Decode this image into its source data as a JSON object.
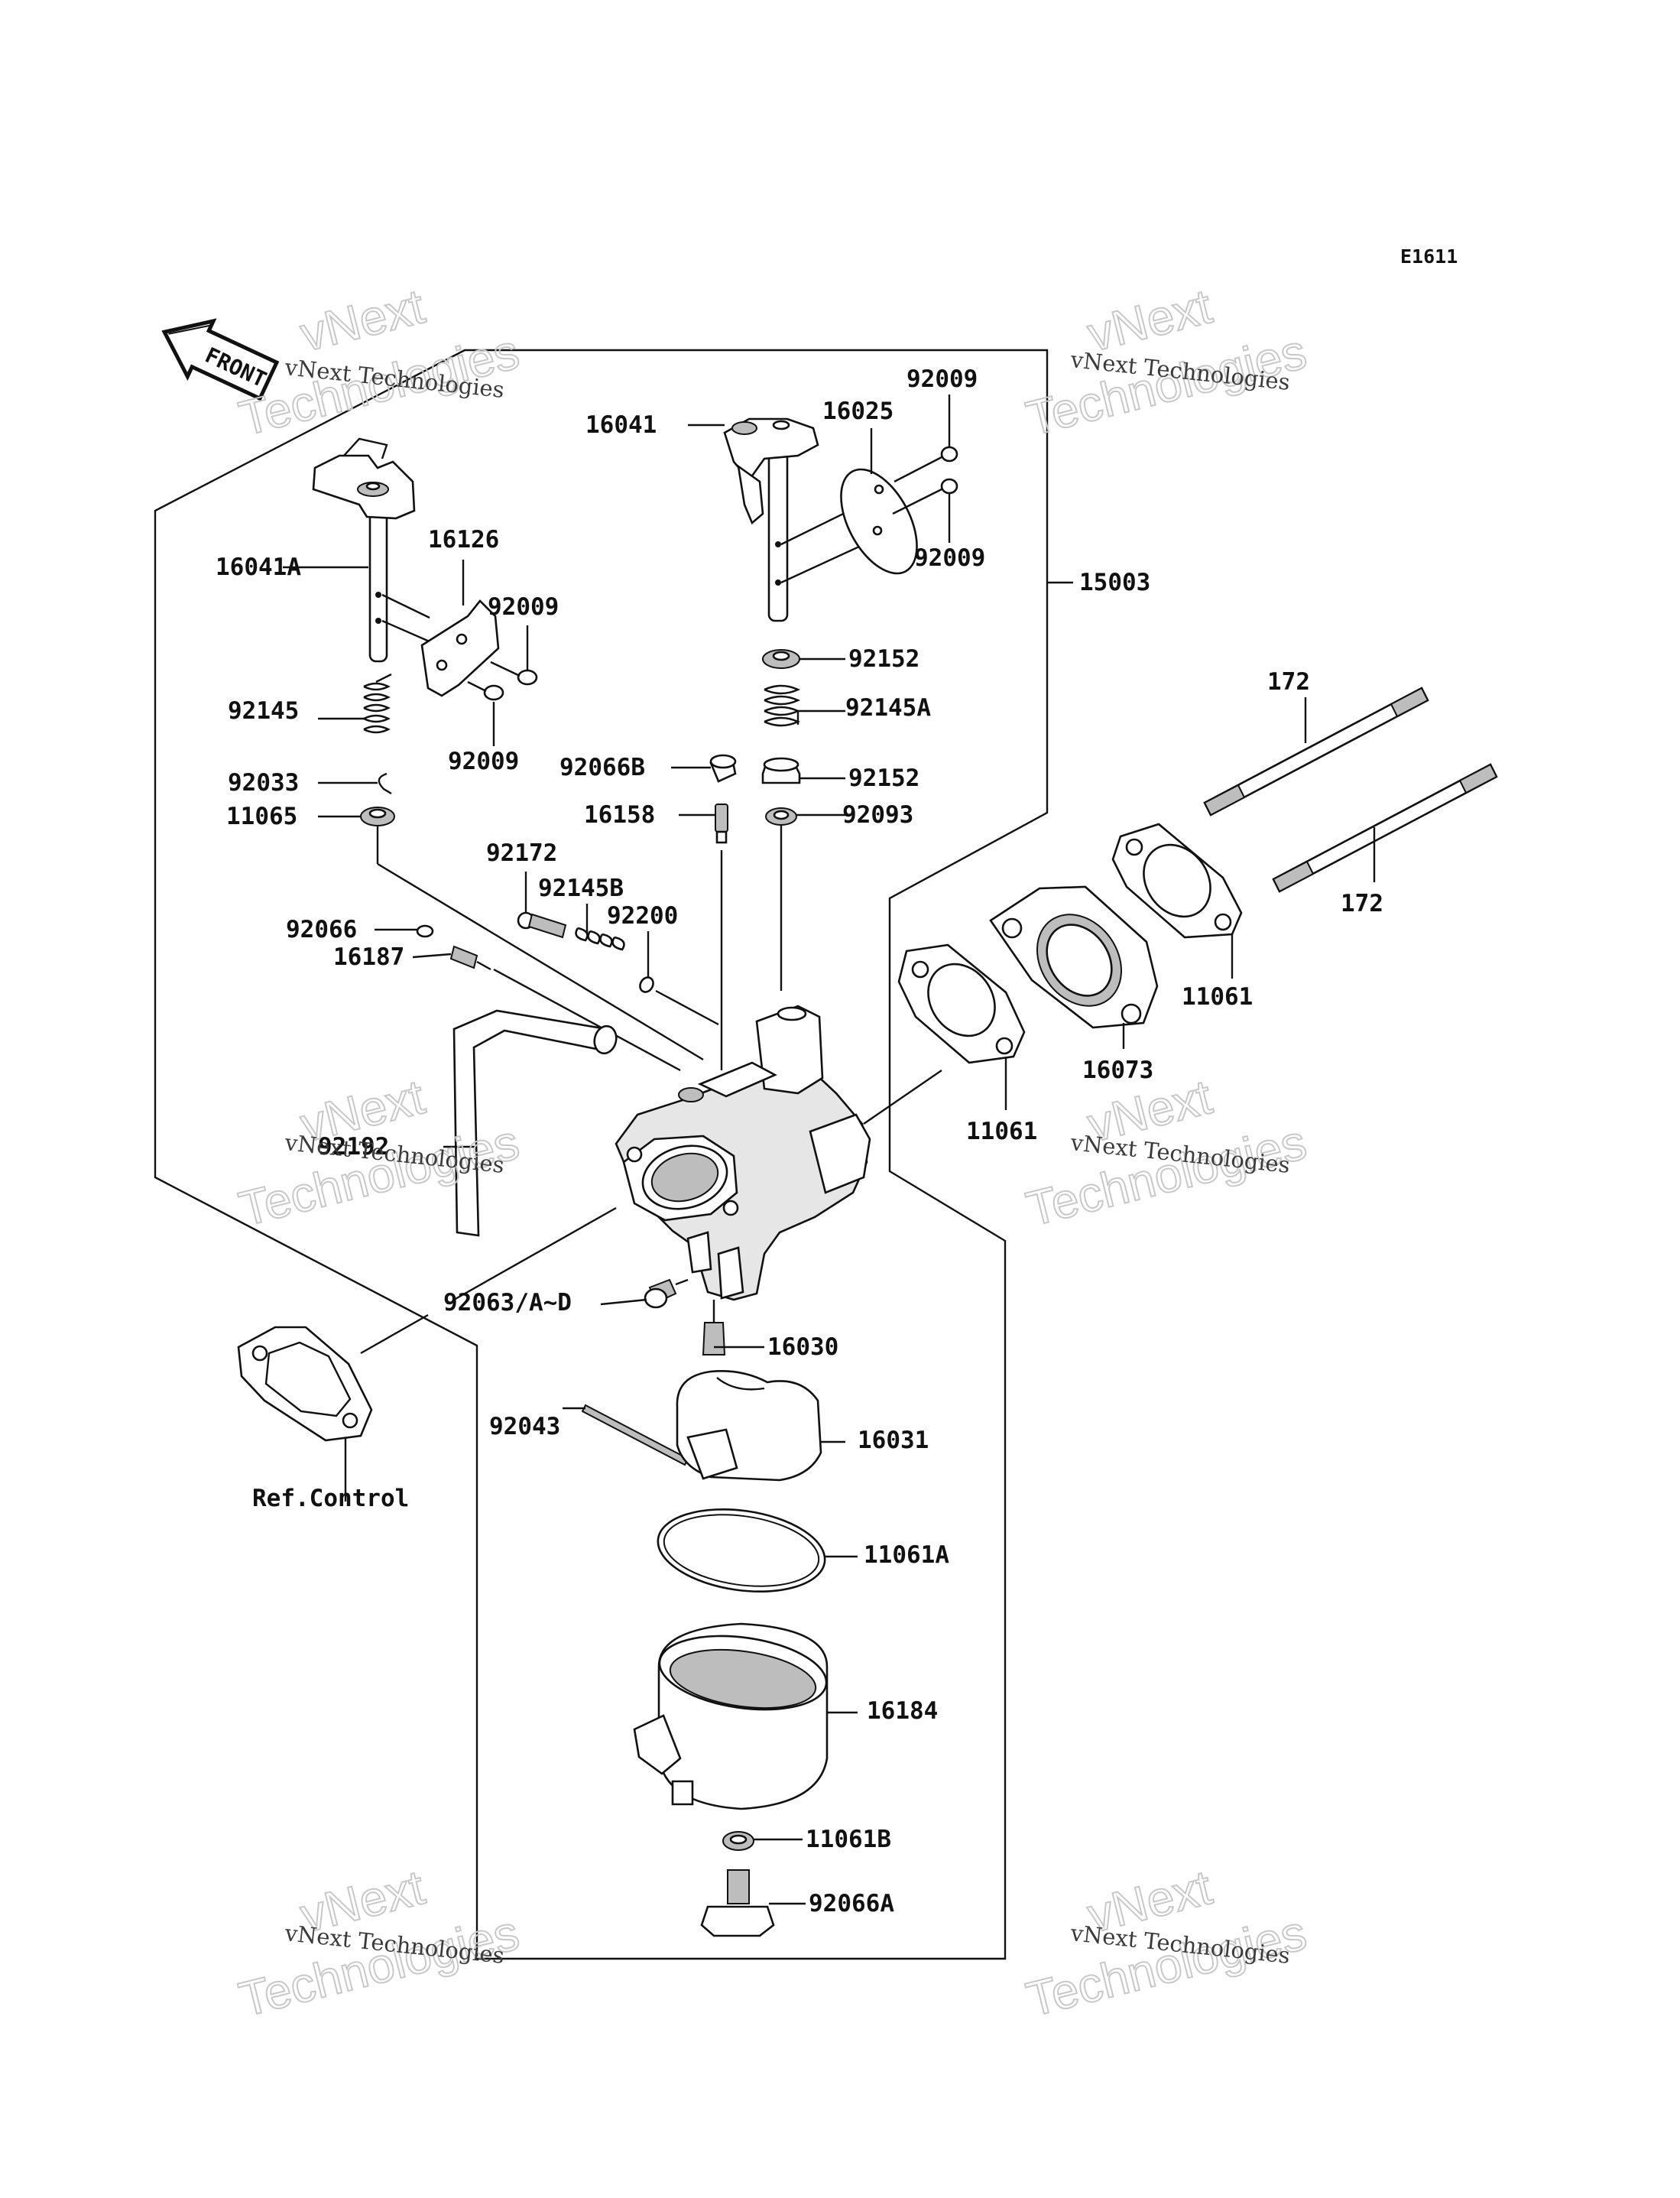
{
  "diagram_code": "E1611",
  "front_label": "FRONT",
  "ref_label": "Ref.Control",
  "watermark": {
    "line1": "vNext Technologies",
    "line2": "vNext",
    "line3": "Technologies"
  },
  "callouts": [
    "92009",
    "16041",
    "16025",
    "92009",
    "16041A",
    "16126",
    "92009",
    "15003",
    "92152",
    "92145",
    "92145A",
    "92009",
    "92066B",
    "92152",
    "92033",
    "11065",
    "16158",
    "92093",
    "92172",
    "92145B",
    "92200",
    "92066",
    "16187",
    "92192",
    "11061",
    "16073",
    "11061",
    "172",
    "172",
    "92063/A~D",
    "16030",
    "92043",
    "16031",
    "11061A",
    "16184",
    "11061B",
    "92066A"
  ]
}
